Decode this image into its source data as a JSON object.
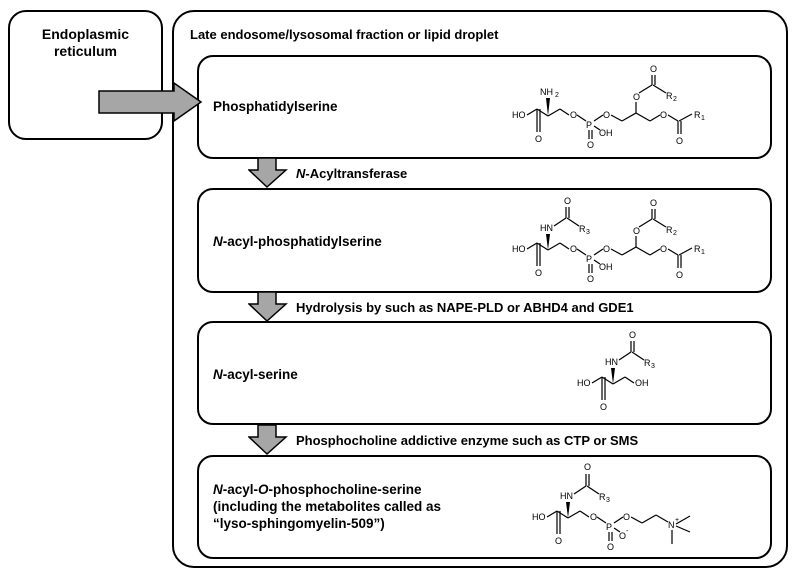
{
  "diagram": {
    "er_box": {
      "line1": "Endoplasmic",
      "line2": "reticulum"
    },
    "outer_title": "Late endosome/lysosomal fraction or lipid droplet",
    "stages": [
      {
        "label": "Phosphatidylserine"
      },
      {
        "italic_prefix": "N",
        "label_rest": "-acyl-phosphatidylserine"
      },
      {
        "italic_prefix": "N",
        "label_rest": "-acyl-serine"
      },
      {
        "italic_prefix": "N",
        "label_mid": "-acyl-",
        "italic_mid": "O",
        "label_rest": "-phosphocholine-serine",
        "line2": "(including the metabolites called as",
        "line3": "“lyso-sphingomyelin-509”)"
      }
    ],
    "steps": [
      {
        "italic_prefix": "N",
        "label_rest": "-Acyltransferase"
      },
      {
        "label": "Hydrolysis by such as NAPE-PLD or ABHD4 and GDE1"
      },
      {
        "label": "Phosphocholine addictive enzyme such as CTP or SMS"
      }
    ],
    "molecule_labels": {
      "ho": "HO",
      "oh": "OH",
      "o": "O",
      "p": "P",
      "nh2": "NH",
      "nh2_sub": "2",
      "hn": "HN",
      "r": "R",
      "r1_sub": "1",
      "r2_sub": "2",
      "r3_sub": "3",
      "o_minus": "O",
      "minus": "-",
      "n_plus": "N",
      "plus": "+"
    },
    "colors": {
      "arrow_fill": "#a6a6a6",
      "border": "#000000",
      "background": "#ffffff"
    }
  }
}
